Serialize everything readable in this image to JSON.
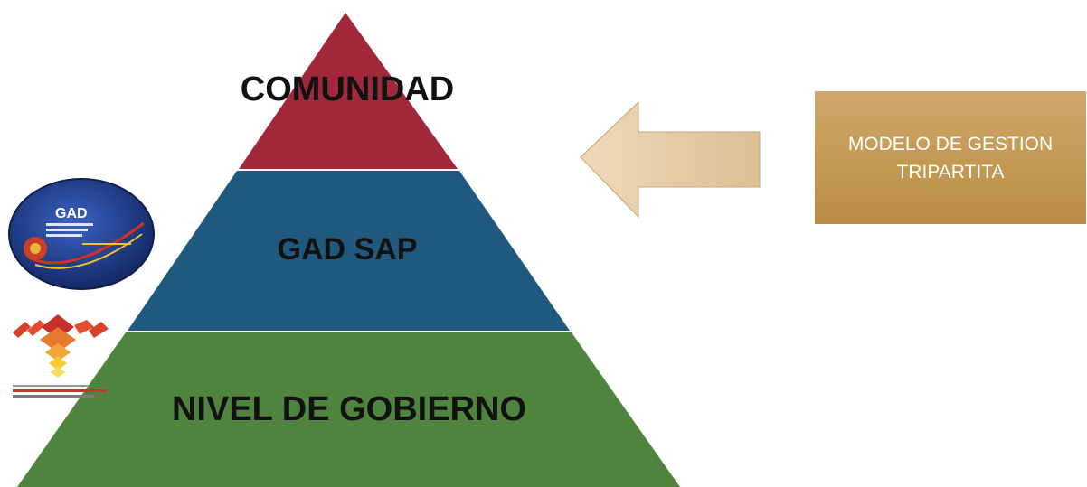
{
  "pyramid": {
    "top_label": "COMUNIDAD",
    "middle_label": "GAD SAP",
    "bottom_label": "NIVEL DE GOBIERNO"
  },
  "model_box": {
    "text": "MODELO DE GESTION TRIPARTITA"
  },
  "logos": {
    "gad_text": "GAD"
  },
  "colors": {
    "tier_top": "#a0283a",
    "tier_middle": "#1f5a7e",
    "tier_bottom": "#4f843f",
    "arrow_fill": "#e2c7a0",
    "box_fill": "#c39a55"
  }
}
